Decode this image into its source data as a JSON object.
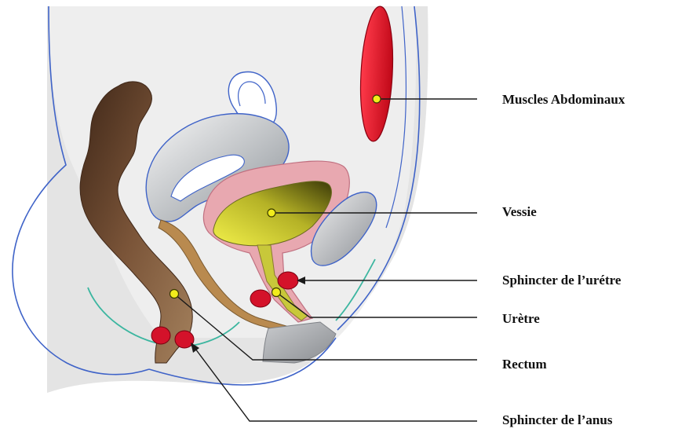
{
  "labels": {
    "muscles": "Muscles Abdominaux",
    "vessie": "Vessie",
    "sphincter_uretre": "Sphincter de l’urétre",
    "uretre": "Urètre",
    "rectum": "Rectum",
    "sphincter_anus": "Sphincter de l’anus"
  },
  "colors": {
    "body_fill": "#e4e4e4",
    "outline": "#3f63c8",
    "muscle": "#e0142a",
    "sphincter": "#d4122a",
    "rectum": "#6b4a33",
    "bladder_wall": "#e8a8b0",
    "bladder_inner": "#c8c83a",
    "urethra_tube": "#f0b8c0",
    "vagina": "#b98a4f",
    "uterus": "#b9bec3",
    "pelvic_line": "#3cb6a0",
    "marker": "#f1ec1c"
  }
}
